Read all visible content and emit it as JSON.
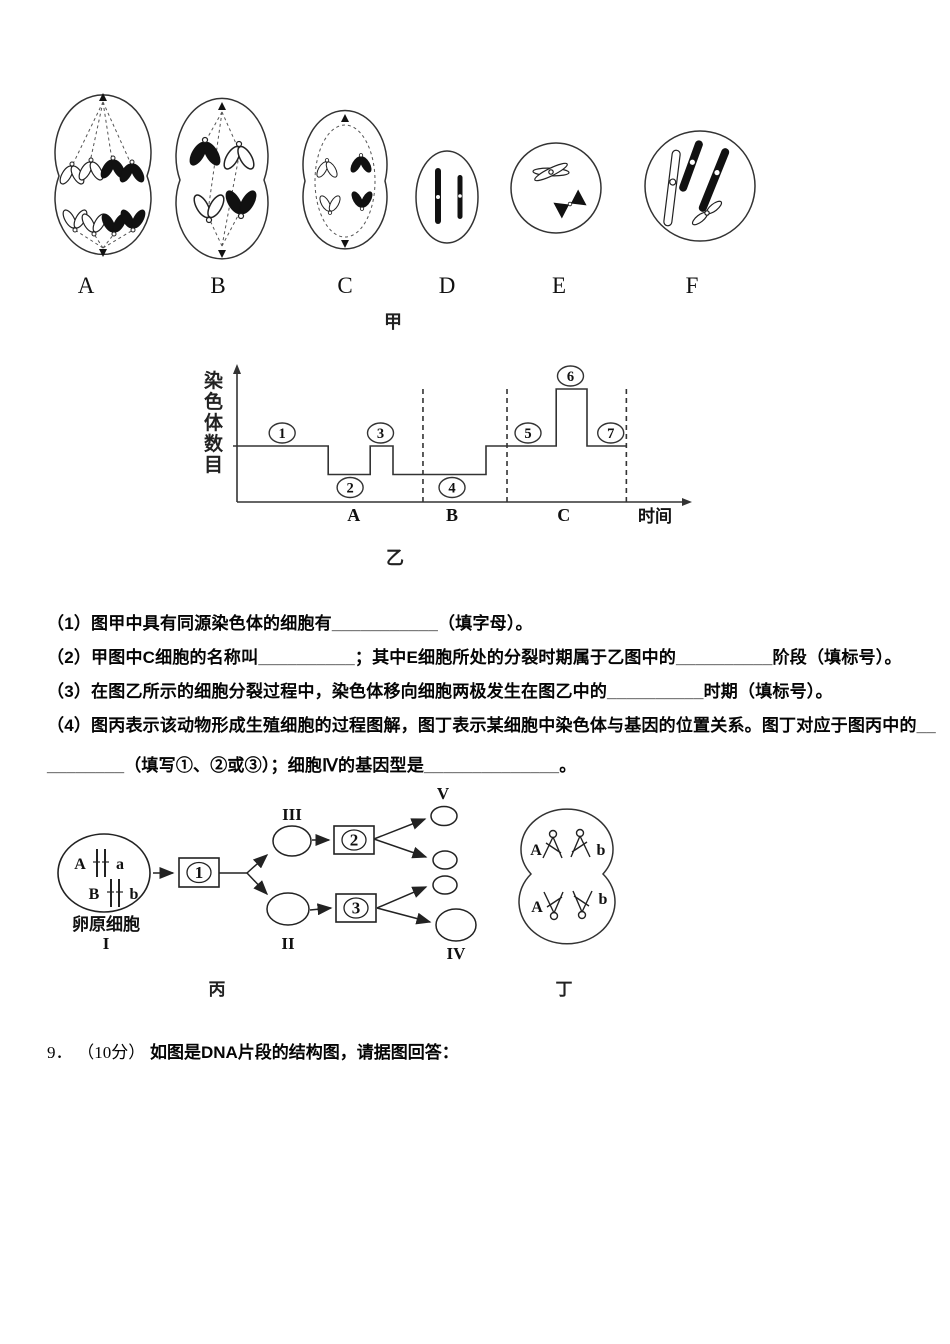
{
  "figure_jia": {
    "caption": "甲",
    "cells": [
      {
        "label": "A"
      },
      {
        "label": "B"
      },
      {
        "label": "C"
      },
      {
        "label": "D"
      },
      {
        "label": "E"
      },
      {
        "label": "F"
      }
    ]
  },
  "chart_yi": {
    "caption": "乙",
    "y_axis_label": "染色体数目",
    "x_axis_label": "时间"
  },
  "chart_data": {
    "type": "line",
    "subtype": "step",
    "title": "乙",
    "xlabel": "时间",
    "ylabel": "染色体数目",
    "x_axis_unlabeled": true,
    "y_axis_unlabeled": true,
    "ylim": [
      0,
      5
    ],
    "grid": false,
    "step_points": [
      [
        0,
        2
      ],
      [
        2.13,
        2
      ],
      [
        2.13,
        1
      ],
      [
        3.07,
        1
      ],
      [
        3.07,
        2
      ],
      [
        3.58,
        2
      ],
      [
        3.58,
        1
      ],
      [
        5.66,
        1
      ],
      [
        5.66,
        2
      ],
      [
        7.23,
        2
      ],
      [
        7.23,
        4
      ],
      [
        7.92,
        4
      ],
      [
        7.92,
        2
      ],
      [
        8.8,
        2
      ]
    ],
    "dashed_boundaries_x": [
      4.25,
      6.13,
      8.8
    ],
    "phases": [
      {
        "label": "A",
        "x_center": 2.7
      },
      {
        "label": "B",
        "x_center": 4.9
      },
      {
        "label": "C",
        "x_center": 7.4
      }
    ],
    "segment_labels": [
      {
        "glyph": "①",
        "digit": "1",
        "x": 1.1,
        "y": 2,
        "side": "above"
      },
      {
        "glyph": "②",
        "digit": "2",
        "x": 2.62,
        "y": 1,
        "side": "below"
      },
      {
        "glyph": "③",
        "digit": "3",
        "x": 3.3,
        "y": 2,
        "side": "above"
      },
      {
        "glyph": "④",
        "digit": "4",
        "x": 4.9,
        "y": 1,
        "side": "below"
      },
      {
        "glyph": "⑤",
        "digit": "5",
        "x": 6.6,
        "y": 2,
        "side": "above"
      },
      {
        "glyph": "⑥",
        "digit": "6",
        "x": 7.55,
        "y": 4,
        "side": "above"
      },
      {
        "glyph": "⑦",
        "digit": "7",
        "x": 8.45,
        "y": 2,
        "side": "above"
      }
    ]
  },
  "questions": {
    "q1": "（1）图甲中具有同源染色体的细胞有___________（填字母）。",
    "q2": "（2）甲图中C细胞的名称叫__________；其中E细胞所处的分裂时期属于乙图中的__________阶段（填标号）。",
    "q3": "（3）在图乙所示的细胞分裂过程中，染色体移向细胞两极发生在图乙中的__________时期（填标号）。",
    "q4_line1": "（4）图丙表示该动物形成生殖细胞的过程图解，图丁表示某细胞中染色体与基因的位置关系。图丁对应于图丙中的__",
    "q4_line2": "________（填写①、②或③）；细胞Ⅳ的基因型是______________。"
  },
  "figure_bing": {
    "caption": "丙",
    "source_cell": {
      "gene_row1": [
        "A",
        "a"
      ],
      "gene_row2": [
        "B",
        "b"
      ],
      "name": "卵原细胞",
      "numeral": "I"
    },
    "process_boxes": [
      {
        "glyph": "①",
        "digit": "1"
      },
      {
        "glyph": "②",
        "digit": "2"
      },
      {
        "glyph": "③",
        "digit": "3"
      }
    ],
    "cell_numerals": {
      "ii": "II",
      "iii": "III",
      "iv": "IV",
      "v": "V"
    }
  },
  "figure_ding": {
    "caption": "丁",
    "gene_labels": {
      "top_left": "A",
      "top_right": "b",
      "bottom_left": "A",
      "bottom_right": "b"
    }
  },
  "question9": {
    "number": "9．",
    "score": "（10分）",
    "text": "如图是DNA片段的结构图，请据图回答："
  }
}
